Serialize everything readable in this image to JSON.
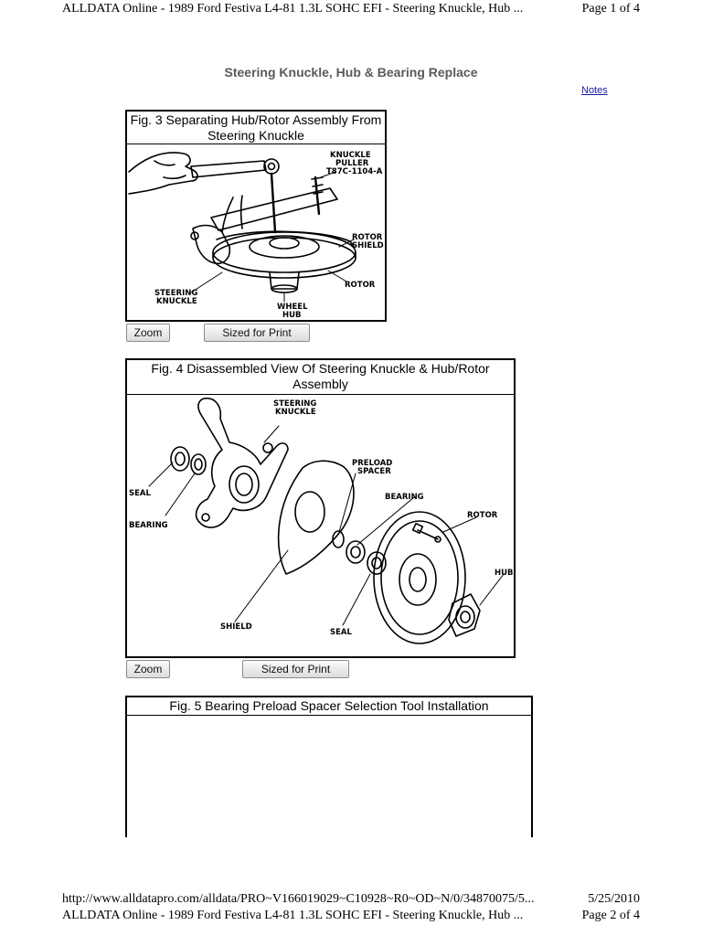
{
  "header": {
    "title": "ALLDATA Online - 1989 Ford Festiva L4-81 1.3L SOHC EFI - Steering Knuckle, Hub ...",
    "page": "Page 1 of 4"
  },
  "doc_title": "Steering Knuckle, Hub & Bearing Replace",
  "notes_link": "Notes",
  "figures": [
    {
      "caption": "Fig. 3 Separating Hub/Rotor Assembly From Steering Knuckle",
      "labels": {
        "puller": "KNUCKLE PULLER T87C-1104-A",
        "puller_1": "KNUCKLE",
        "puller_2": "PULLER",
        "puller_3": "T87C-1104-A",
        "rotor_shield_1": "ROTOR",
        "rotor_shield_2": "SHIELD",
        "rotor": "ROTOR",
        "knuckle_1": "STEERING",
        "knuckle_2": "KNUCKLE",
        "hub_1": "WHEEL",
        "hub_2": "HUB"
      },
      "zoom": "Zoom",
      "print": "Sized for Print"
    },
    {
      "caption": "Fig. 4 Disassembled View Of Steering Knuckle & Hub/Rotor Assembly",
      "labels": {
        "knuckle_1": "STEERING",
        "knuckle_2": "KNUCKLE",
        "spacer_1": "PRELOAD",
        "spacer_2": "SPACER",
        "bearing_r": "BEARING",
        "rotor": "ROTOR",
        "seal_l": "SEAL",
        "bearing_l": "BEARING",
        "hub": "HUB",
        "shield": "SHIELD",
        "seal_r": "SEAL"
      },
      "zoom": "Zoom",
      "print": "Sized for Print"
    },
    {
      "caption": "Fig. 5 Bearing Preload Spacer Selection Tool Installation"
    }
  ],
  "footer": {
    "url": "http://www.alldatapro.com/alldata/PRO~V166019029~C10928~R0~OD~N/0/34870075/5...",
    "date": "5/25/2010",
    "title": "ALLDATA Online - 1989 Ford Festiva L4-81 1.3L SOHC EFI - Steering Knuckle, Hub ...",
    "page": "Page 2 of 4"
  }
}
